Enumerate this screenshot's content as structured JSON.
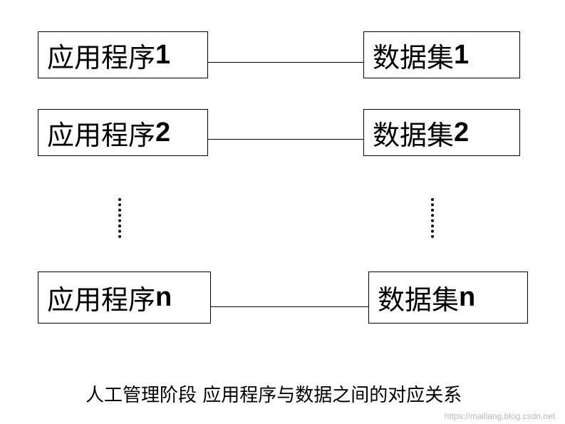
{
  "diagram": {
    "left_boxes": [
      {
        "prefix": "应用程序",
        "suffix": "1"
      },
      {
        "prefix": "应用程序",
        "suffix": "2"
      },
      {
        "prefix": "应用程序",
        "suffix": "n"
      }
    ],
    "right_boxes": [
      {
        "prefix": "数据集",
        "suffix": "1"
      },
      {
        "prefix": "数据集",
        "suffix": "2"
      },
      {
        "prefix": "数据集",
        "suffix": "n"
      }
    ],
    "caption": "人工管理阶段 应用程序与数据之间的对应关系",
    "watermark": "https://maillang.blog.csdn.net"
  }
}
